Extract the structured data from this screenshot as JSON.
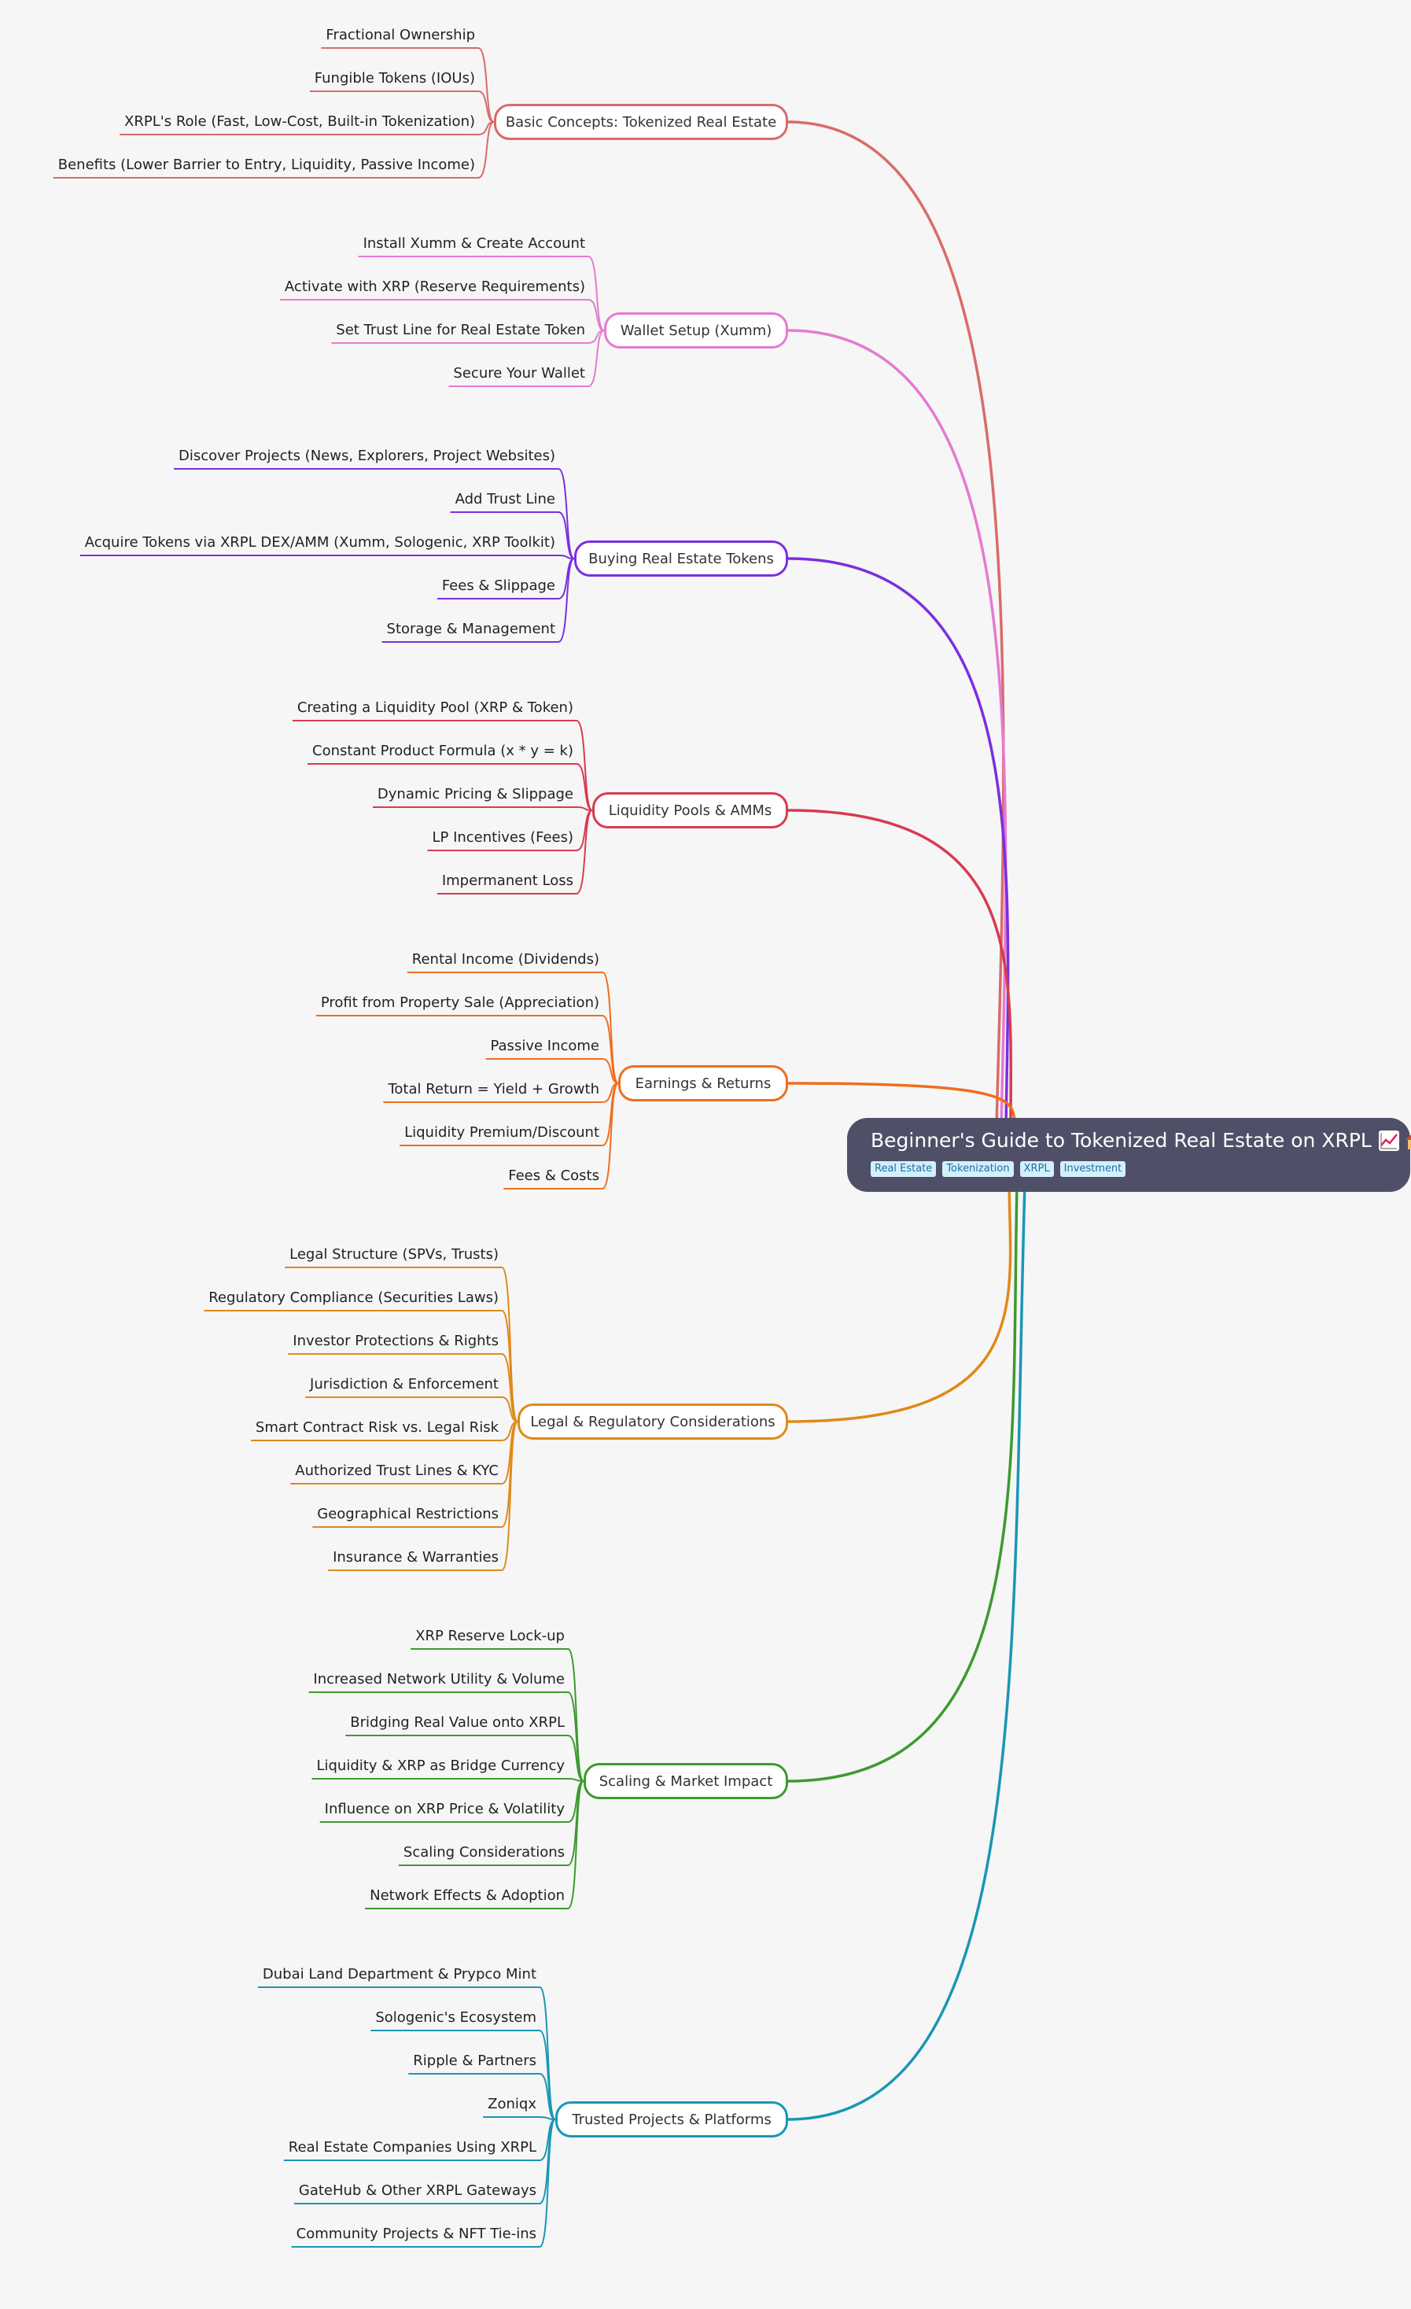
{
  "root": {
    "title": "Beginner's Guide to Tokenized Real Estate on XRPL",
    "icons": [
      "chart-increasing-icon",
      "house-icon"
    ],
    "tags": [
      "Real Estate",
      "Tokenization",
      "XRPL",
      "Investment"
    ],
    "color": "#4f5068"
  },
  "branches": [
    {
      "label": "Basic Concepts: Tokenized Real Estate",
      "color": "#d96b6b",
      "children": [
        "Fractional Ownership",
        "Fungible Tokens (IOUs)",
        "XRPL's Role (Fast, Low-Cost, Built-in Tokenization)",
        "Benefits (Lower Barrier to Entry, Liquidity, Passive Income)"
      ]
    },
    {
      "label": "Wallet Setup (Xumm)",
      "color": "#e57ad1",
      "children": [
        "Install Xumm & Create Account",
        "Activate with XRP (Reserve Requirements)",
        "Set Trust Line for Real Estate Token",
        "Secure Your Wallet"
      ]
    },
    {
      "label": "Buying Real Estate Tokens",
      "color": "#7c2ee0",
      "children": [
        "Discover Projects (News, Explorers, Project Websites)",
        "Add Trust Line",
        "Acquire Tokens via XRPL DEX/AMM (Xumm, Sologenic, XRP Toolkit)",
        "Fees & Slippage",
        "Storage & Management"
      ]
    },
    {
      "label": "Liquidity Pools & AMMs",
      "color": "#d93a4e",
      "children": [
        "Creating a Liquidity Pool (XRP & Token)",
        "Constant Product Formula (x * y = k)",
        "Dynamic Pricing & Slippage",
        "LP Incentives (Fees)",
        "Impermanent Loss"
      ]
    },
    {
      "label": "Earnings & Returns",
      "color": "#ef6e1f",
      "children": [
        "Rental Income (Dividends)",
        "Profit from Property Sale (Appreciation)",
        "Passive Income",
        "Total Return = Yield + Growth",
        "Liquidity Premium/Discount",
        "Fees & Costs"
      ]
    },
    {
      "label": "Legal & Regulatory Considerations",
      "color": "#e0891a",
      "children": [
        "Legal Structure (SPVs, Trusts)",
        "Regulatory Compliance (Securities Laws)",
        "Investor Protections & Rights",
        "Jurisdiction & Enforcement",
        "Smart Contract Risk vs. Legal Risk",
        "Authorized Trust Lines & KYC",
        "Geographical Restrictions",
        "Insurance & Warranties"
      ]
    },
    {
      "label": "Scaling & Market Impact",
      "color": "#3c9b2e",
      "children": [
        "XRP Reserve Lock-up",
        "Increased Network Utility & Volume",
        "Bridging Real Value onto XRPL",
        "Liquidity & XRP as Bridge Currency",
        "Influence on XRP Price & Volatility",
        "Scaling Considerations",
        "Network Effects & Adoption"
      ]
    },
    {
      "label": "Trusted Projects & Platforms",
      "color": "#1a96b5",
      "children": [
        "Dubai Land Department & Prypco Mint",
        "Sologenic's Ecosystem",
        "Ripple & Partners",
        "Zoniqx",
        "Real Estate Companies Using XRPL",
        "GateHub & Other XRPL Gateways",
        "Community Projects & NFT Tie-ins"
      ]
    }
  ]
}
